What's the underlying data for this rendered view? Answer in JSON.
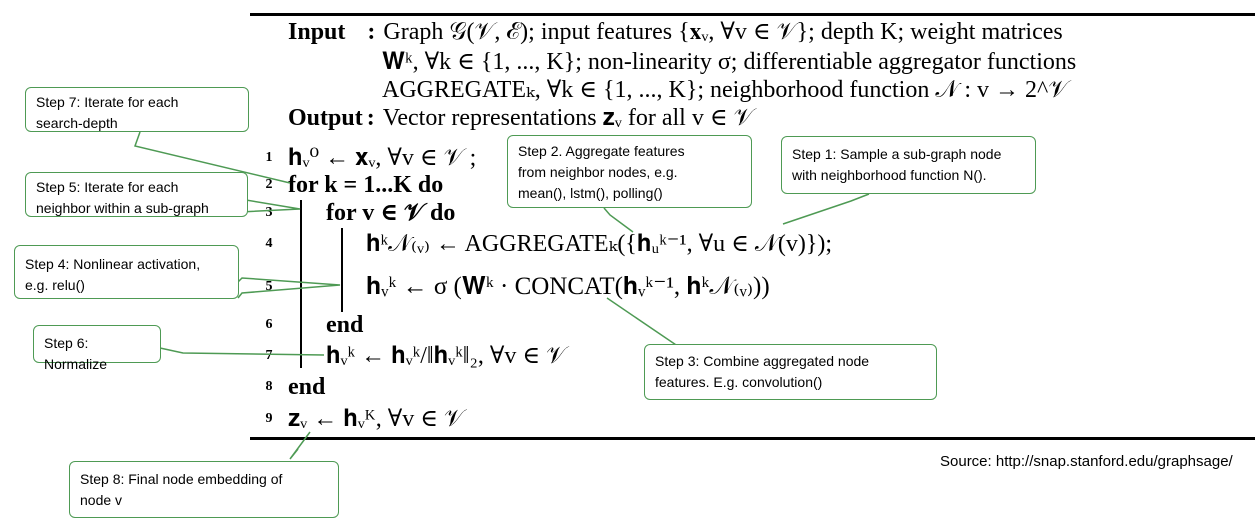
{
  "algorithm": {
    "input_label": "Input",
    "input_text_1": "Graph 𝒢(𝒱, ℰ); input features {𝐱ᵥ, ∀v ∈ 𝒱}; depth K; weight matrices",
    "input_text_2": "𝐖ᵏ, ∀k ∈ {1, ..., K}; non-linearity σ; differentiable aggregator functions",
    "input_text_3": "AGGREGATEₖ, ∀k ∈ {1, ..., K}; neighborhood function 𝒩 : v → 2^𝒱",
    "output_label": "Output",
    "output_text": "Vector representations 𝐳ᵥ for all v ∈ 𝒱",
    "lines": [
      {
        "num": "1",
        "text": "𝐡ᵥ⁰ ← 𝐱ᵥ, ∀v ∈ 𝒱 ;"
      },
      {
        "num": "2",
        "text": "for k = 1...K do"
      },
      {
        "num": "3",
        "text": "for v ∈ 𝒱 do"
      },
      {
        "num": "4",
        "text": "𝐡ᵏ𝒩₍ᵥ₎ ← AGGREGATEₖ({𝐡ᵤᵏ⁻¹, ∀u ∈ 𝒩(v)});"
      },
      {
        "num": "5",
        "text": "𝐡ᵥᵏ ← σ (𝐖ᵏ · CONCAT(𝐡ᵥᵏ⁻¹, 𝐡ᵏ𝒩₍ᵥ₎))"
      },
      {
        "num": "6",
        "text": "end"
      },
      {
        "num": "7",
        "text": "𝐡ᵥᵏ ← 𝐡ᵥᵏ/‖𝐡ᵥᵏ‖₂, ∀v ∈ 𝒱"
      },
      {
        "num": "8",
        "text": "end"
      },
      {
        "num": "9",
        "text": "𝐳ᵥ ← 𝐡ᵥᴷ, ∀v ∈ 𝒱"
      }
    ]
  },
  "callouts": {
    "step7": [
      "Step 7: Iterate for each",
      "search-depth"
    ],
    "step5": [
      "Step 5: Iterate for each",
      "neighbor within a sub-graph"
    ],
    "step4": [
      "Step 4: Nonlinear activation,",
      "e.g. relu()"
    ],
    "step6": [
      "Step 6: Normalize"
    ],
    "step8": [
      "Step 8: Final node embedding of",
      "node v"
    ],
    "step2": [
      "Step 2. Aggregate features",
      "from neighbor nodes, e.g.",
      "mean(), lstm(), polling()"
    ],
    "step1": [
      "Step 1: Sample a sub-graph node",
      "with neighborhood function N()."
    ],
    "step3": [
      "Step 3: Combine aggregated node",
      "features. E.g. convolution()"
    ]
  },
  "source": "Source: http://snap.stanford.edu/graphsage/",
  "colors": {
    "callout_border": "#4e9a54",
    "text": "#000000"
  }
}
